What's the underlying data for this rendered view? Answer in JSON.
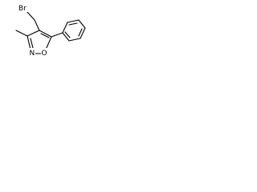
{
  "structure": {
    "atom_labels": {
      "bromine": "Br",
      "oxygen": "O",
      "nitrogen": "N"
    },
    "colors": {
      "bond": "#000000",
      "background": "#ffffff"
    }
  }
}
